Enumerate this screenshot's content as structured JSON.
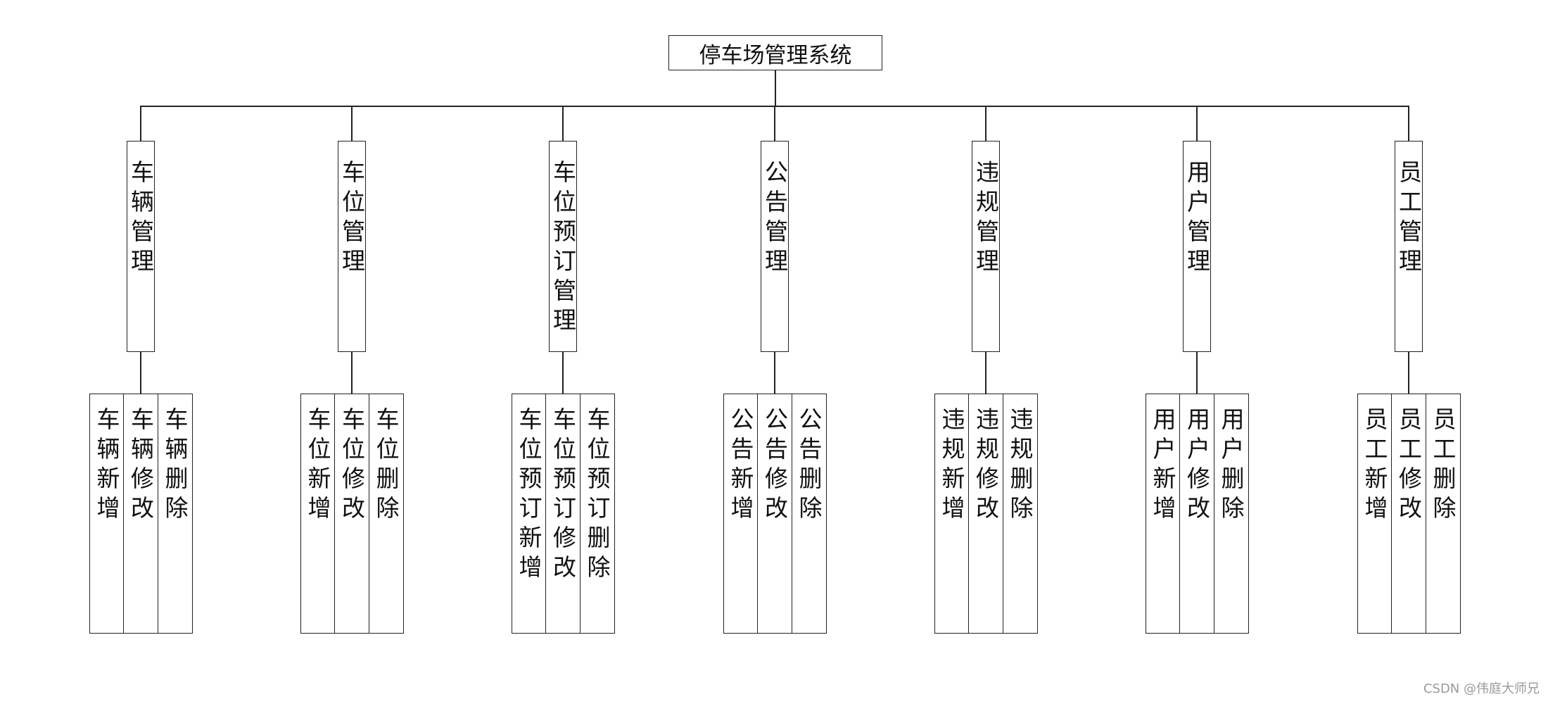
{
  "root": "停车场管理系统",
  "modules": [
    {
      "label": "车辆管理",
      "children": [
        "车辆新增",
        "车辆修改",
        "车辆删除"
      ]
    },
    {
      "label": "车位管理",
      "children": [
        "车位新增",
        "车位修改",
        "车位删除"
      ]
    },
    {
      "label": "车位预订管理",
      "children": [
        "车位预订新增",
        "车位预订修改",
        "车位预订删除"
      ]
    },
    {
      "label": "公告管理",
      "children": [
        "公告新增",
        "公告修改",
        "公告删除"
      ]
    },
    {
      "label": "违规管理",
      "children": [
        "违规新增",
        "违规修改",
        "违规删除"
      ]
    },
    {
      "label": "用户管理",
      "children": [
        "用户新增",
        "用户修改",
        "用户删除"
      ]
    },
    {
      "label": "员工管理",
      "children": [
        "员工新增",
        "员工修改",
        "员工删除"
      ]
    }
  ],
  "watermark": "CSDN @伟庭大师兄"
}
